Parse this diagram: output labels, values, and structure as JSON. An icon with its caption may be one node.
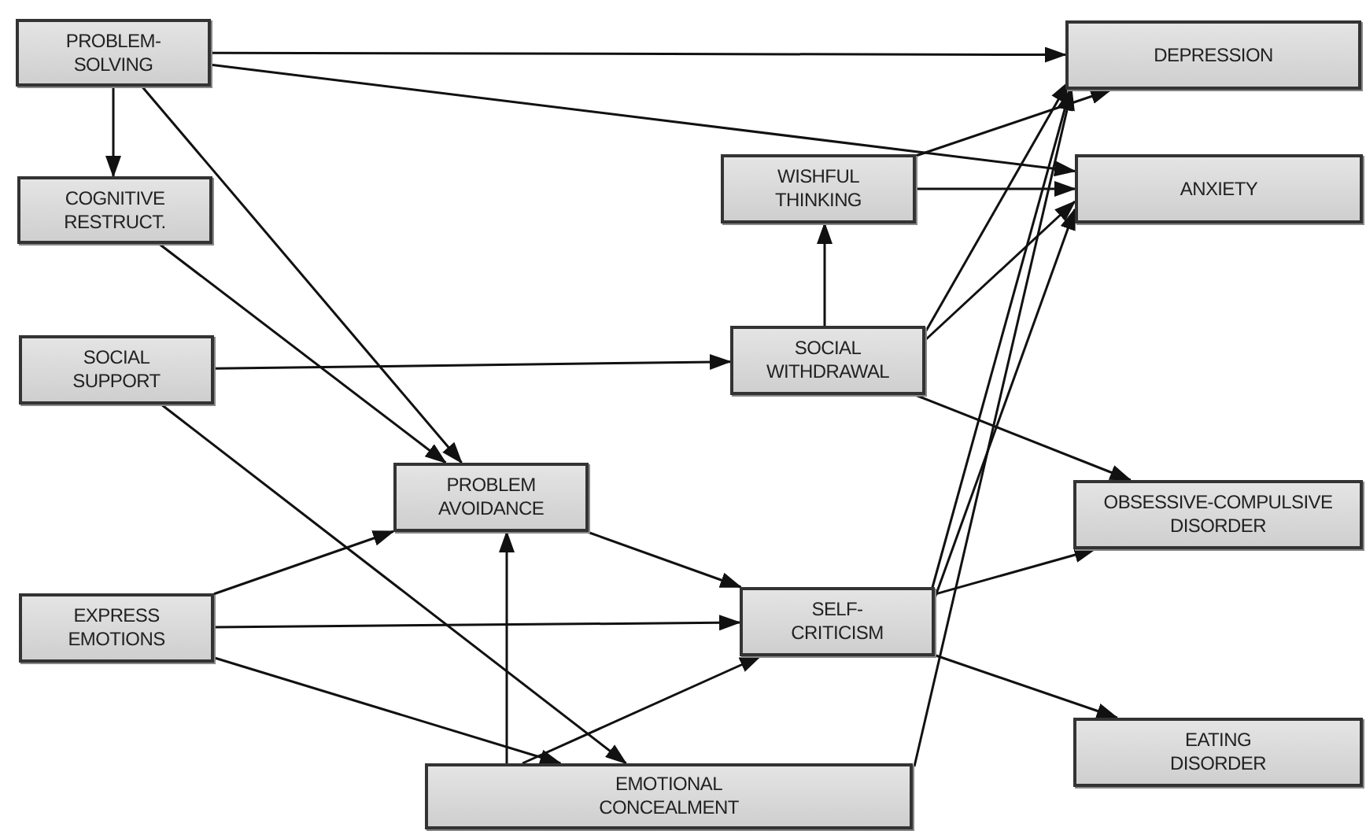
{
  "diagram": {
    "nodes": [
      {
        "text": [
          "PROBLEM- SOLVING"
        ]
      },
      {
        "text": [
          "COGNITIVE RESTRUCT."
        ]
      },
      {
        "text": [
          "SOCIAL SUPPORT"
        ]
      },
      {
        "text": [
          "EXPRESS EMOTIONS"
        ]
      },
      {
        "text": [
          "PROBLEM AVOIDANCE"
        ]
      },
      {
        "text": [
          "EMOTIONAL CONCEALMENT"
        ]
      },
      {
        "text": [
          "WISHFUL THINKING"
        ]
      },
      {
        "text": [
          "SOCIAL WITHDRAWAL"
        ]
      },
      {
        "text": [
          "SELF- CRITICISM"
        ]
      },
      {
        "text": [
          "DEPRESSION"
        ]
      },
      {
        "text": [
          "ANXIETY"
        ]
      },
      {
        "text": [
          "OBSESSIVE-COMPULSIVE DISORDER"
        ]
      },
      {
        "text": [
          "EATING DISORDER"
        ]
      }
    ],
    "edges": [
      {
        "from": 0,
        "to": 9,
        "arrow": "to"
      },
      {
        "from": 0,
        "to": 10,
        "arrow": "to"
      },
      {
        "from": 0,
        "to": 1,
        "arrow": "to"
      },
      {
        "from": 0,
        "to": 4,
        "arrow": "to"
      },
      {
        "from": 1,
        "to": 4,
        "arrow": "to"
      },
      {
        "from": 2,
        "to": 7,
        "arrow": "to"
      },
      {
        "from": 2,
        "to": 5,
        "arrow": "to"
      },
      {
        "from": 3,
        "to": 4,
        "arrow": "to"
      },
      {
        "from": 3,
        "to": 8,
        "arrow": "to"
      },
      {
        "from": 3,
        "to": 5,
        "arrow": "to"
      },
      {
        "from": 4,
        "to": 8,
        "arrow": "to"
      },
      {
        "from": 5,
        "to": 4,
        "arrow": "to"
      },
      {
        "from": 5,
        "to": 8,
        "arrow": "to"
      },
      {
        "from": 5,
        "to": 9,
        "arrow": "to"
      },
      {
        "from": 6,
        "to": 9,
        "arrow": "to"
      },
      {
        "from": 6,
        "to": 10,
        "arrow": "to"
      },
      {
        "from": 7,
        "to": 6,
        "arrow": "to"
      },
      {
        "from": 7,
        "to": 9,
        "arrow": "to"
      },
      {
        "from": 7,
        "to": 10,
        "arrow": "to"
      },
      {
        "from": 7,
        "to": 11,
        "arrow": "to"
      },
      {
        "from": 8,
        "to": 9,
        "arrow": "to"
      },
      {
        "from": 8,
        "to": 10,
        "arrow": "to"
      },
      {
        "from": 8,
        "to": 11,
        "arrow": "to"
      },
      {
        "from": 8,
        "to": 12,
        "arrow": "to"
      }
    ]
  }
}
